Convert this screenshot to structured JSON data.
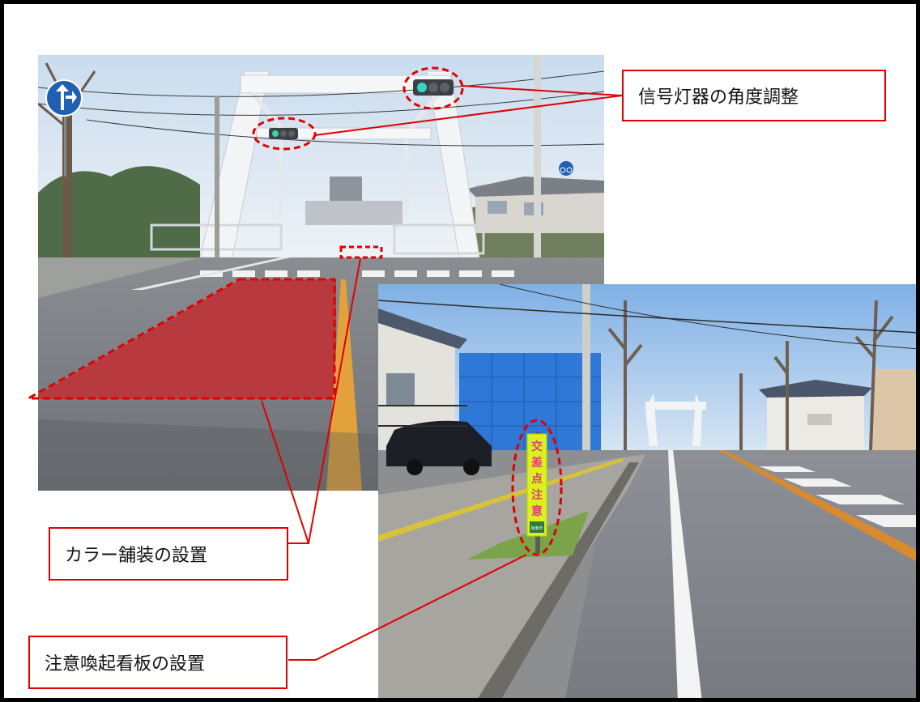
{
  "callouts": {
    "signal": "信号灯器の角度調整",
    "color_paving": "カラー舗装の設置",
    "caution_board": "注意喚起看板の設置"
  },
  "roadside_sign": {
    "main_text": [
      "交",
      "差",
      "点",
      "注",
      "意"
    ],
    "issuer": "坂東市"
  },
  "colors": {
    "frame": "#000000",
    "callout_border": "#e00000",
    "annotation": "#e00000",
    "red_paving": "#b83a3e",
    "sign_background": "#d8f21a"
  },
  "icons": [
    "road-sign-arrow-icon",
    "traffic-light-icon",
    "bicycle-sign-icon"
  ]
}
